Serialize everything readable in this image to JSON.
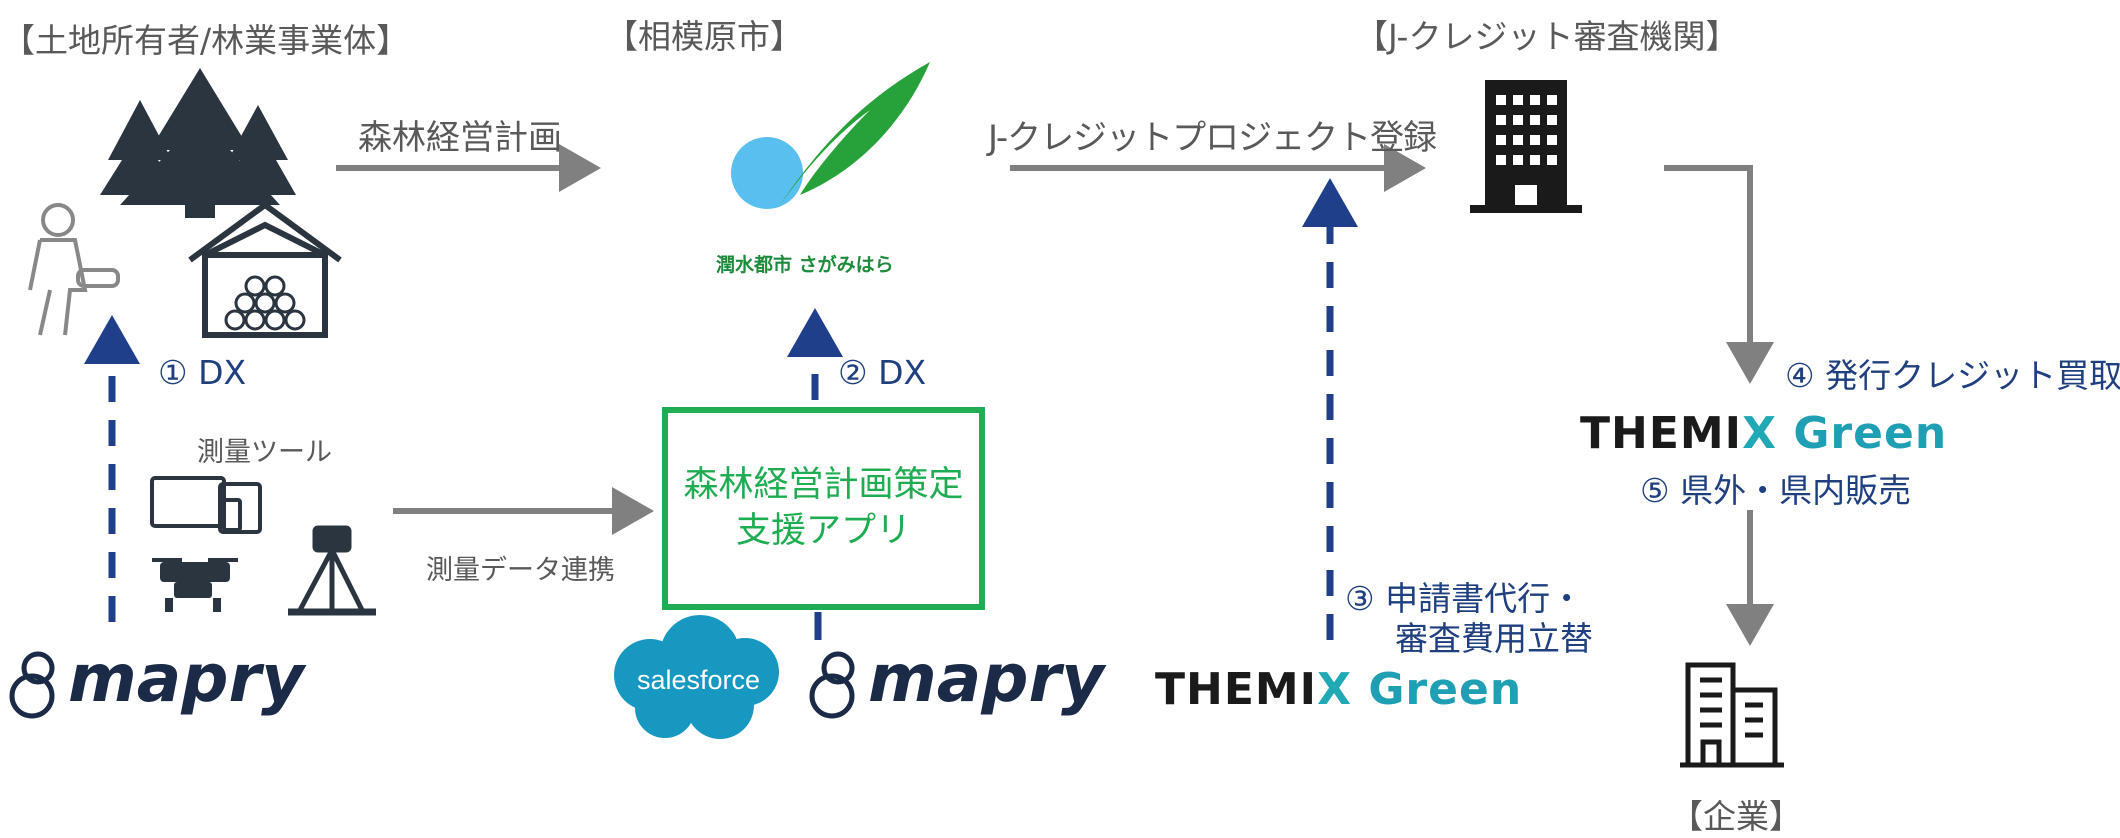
{
  "headers": {
    "owners": "【土地所有者/林業事業体】",
    "city": "【相模原市】",
    "auditor": "【J-クレジット審査機関】",
    "company": "【企業】"
  },
  "flows": {
    "forest_plan": "森林経営計画",
    "jcredit_registration": "J-クレジットプロジェクト登録",
    "survey_data_link": "測量データ連携",
    "survey_tools": "測量ツール"
  },
  "steps": {
    "step1": "① DX",
    "step2": "② DX",
    "step3_line1": "③ 申請書代行・",
    "step3_line2": "審査費用立替",
    "step4": "④ 発行クレジット買取",
    "step5": "⑤ 県外・県内販売"
  },
  "app_box": {
    "line1": "森林経営計画策定",
    "line2": "支援アプリ"
  },
  "logos": {
    "city_caption": "潤水都市 さがみはら",
    "themix_main": "THEMI",
    "themix_x": "X",
    "themix_green": " Green",
    "mapry": "mapry",
    "salesforce": "salesforce"
  },
  "colors": {
    "gray_arrow": "#808080",
    "blue_dash": "#1f3f8a",
    "green_box": "#1fac52",
    "dark_icon": "#2b3540"
  }
}
